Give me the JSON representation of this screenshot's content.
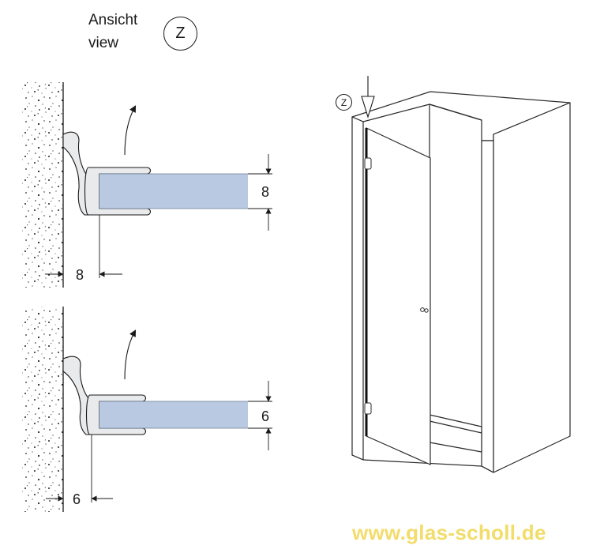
{
  "header": {
    "line1": "Ansicht",
    "line2": "view",
    "view_marker": "Z"
  },
  "detail_top": {
    "glass_thickness": "8",
    "wall_offset": "8"
  },
  "detail_bottom": {
    "glass_thickness": "6",
    "wall_offset": "6"
  },
  "shower": {
    "view_marker": "Z"
  },
  "watermark": "www.glas-scholl.de",
  "colors": {
    "glass_fill": "#b9c9e1",
    "seal_fill": "#e9eaec",
    "outline": "#1a1a1a",
    "watermark": "#f2dc6a"
  }
}
